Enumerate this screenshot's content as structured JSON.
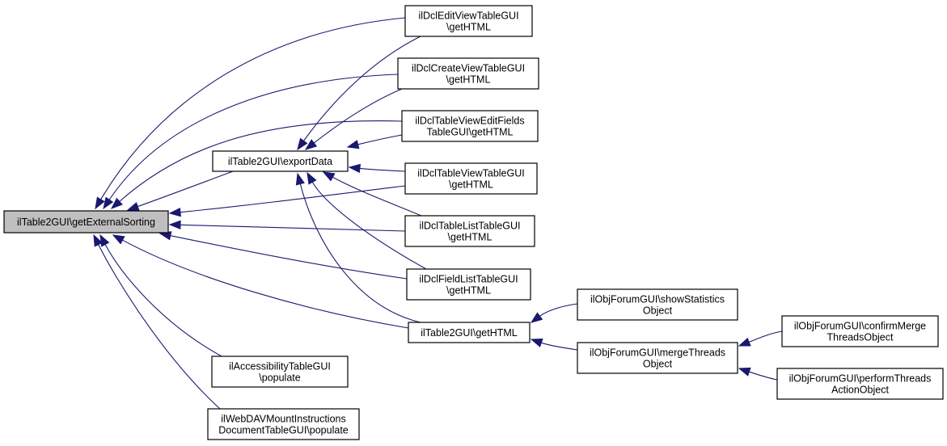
{
  "diagram": {
    "type": "call-graph",
    "edge_color": "#191970",
    "focus_fill": "#bfbfbf",
    "nodes": [
      {
        "id": "getExternalSorting",
        "lines": [
          "ilTable2GUI\\getExternalSorting"
        ],
        "focus": true
      },
      {
        "id": "exportData",
        "lines": [
          "ilTable2GUI\\exportData"
        ]
      },
      {
        "id": "dclEditView",
        "lines": [
          "ilDclEditViewTableGUI",
          "\\getHTML"
        ]
      },
      {
        "id": "dclCreateView",
        "lines": [
          "ilDclCreateViewTableGUI",
          "\\getHTML"
        ]
      },
      {
        "id": "dclTableViewEditFields",
        "lines": [
          "ilDclTableViewEditFields",
          "TableGUI\\getHTML"
        ]
      },
      {
        "id": "dclTableView",
        "lines": [
          "ilDclTableViewTableGUI",
          "\\getHTML"
        ]
      },
      {
        "id": "dclTableList",
        "lines": [
          "ilDclTableListTableGUI",
          "\\getHTML"
        ]
      },
      {
        "id": "dclFieldList",
        "lines": [
          "ilDclFieldListTableGUI",
          "\\getHTML"
        ]
      },
      {
        "id": "table2GetHTML",
        "lines": [
          "ilTable2GUI\\getHTML"
        ]
      },
      {
        "id": "accessibility",
        "lines": [
          "ilAccessibilityTableGUI",
          "\\populate"
        ]
      },
      {
        "id": "webdav",
        "lines": [
          "ilWebDAVMountInstructions",
          "DocumentTableGUI\\populate"
        ]
      },
      {
        "id": "showStatistics",
        "lines": [
          "ilObjForumGUI\\showStatistics",
          "Object"
        ]
      },
      {
        "id": "mergeThreads",
        "lines": [
          "ilObjForumGUI\\mergeThreads",
          "Object"
        ]
      },
      {
        "id": "confirmMerge",
        "lines": [
          "ilObjForumGUI\\confirmMerge",
          "ThreadsObject"
        ]
      },
      {
        "id": "performThreads",
        "lines": [
          "ilObjForumGUI\\performThreads",
          "ActionObject"
        ]
      }
    ],
    "edges": [
      {
        "from": "dclEditView",
        "to": "getExternalSorting"
      },
      {
        "from": "dclCreateView",
        "to": "getExternalSorting"
      },
      {
        "from": "dclTableViewEditFields",
        "to": "getExternalSorting"
      },
      {
        "from": "exportData",
        "to": "getExternalSorting"
      },
      {
        "from": "dclTableView",
        "to": "getExternalSorting"
      },
      {
        "from": "dclTableList",
        "to": "getExternalSorting"
      },
      {
        "from": "dclFieldList",
        "to": "getExternalSorting"
      },
      {
        "from": "table2GetHTML",
        "to": "getExternalSorting"
      },
      {
        "from": "accessibility",
        "to": "getExternalSorting"
      },
      {
        "from": "webdav",
        "to": "getExternalSorting"
      },
      {
        "from": "dclEditView",
        "to": "exportData"
      },
      {
        "from": "dclCreateView",
        "to": "exportData"
      },
      {
        "from": "dclTableViewEditFields",
        "to": "exportData"
      },
      {
        "from": "dclTableView",
        "to": "exportData"
      },
      {
        "from": "dclTableList",
        "to": "exportData"
      },
      {
        "from": "dclFieldList",
        "to": "exportData"
      },
      {
        "from": "table2GetHTML",
        "to": "exportData"
      },
      {
        "from": "showStatistics",
        "to": "table2GetHTML"
      },
      {
        "from": "mergeThreads",
        "to": "table2GetHTML"
      },
      {
        "from": "confirmMerge",
        "to": "mergeThreads"
      },
      {
        "from": "performThreads",
        "to": "mergeThreads"
      }
    ]
  }
}
